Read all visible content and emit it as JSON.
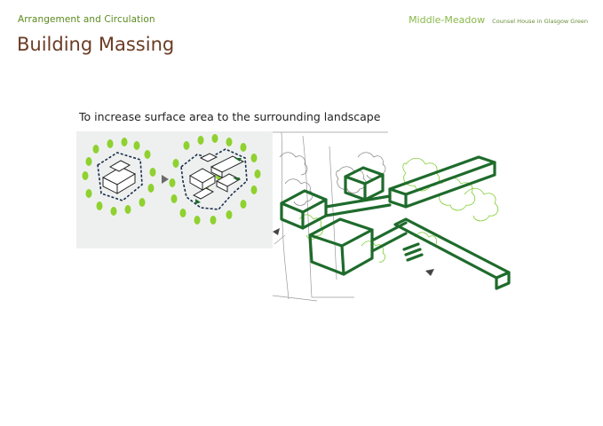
{
  "header": {
    "section_label": "Arrangement and Circulation",
    "page_title": "Building Massing",
    "project_name": "Middle-Meadow",
    "project_subtitle": "Counsel House in Glasgow Green"
  },
  "content": {
    "caption": "To increase surface area to the surrounding landscape"
  },
  "colors": {
    "section_label": "#5a8a1e",
    "title": "#6b3b24",
    "leaf_green": "#8fd12f",
    "sketch_green": "#1e6b2c",
    "dash_navy": "#1a2f4a"
  },
  "icons": {
    "arrow": "triangle-arrow-icon",
    "trees": "tree-icon"
  }
}
